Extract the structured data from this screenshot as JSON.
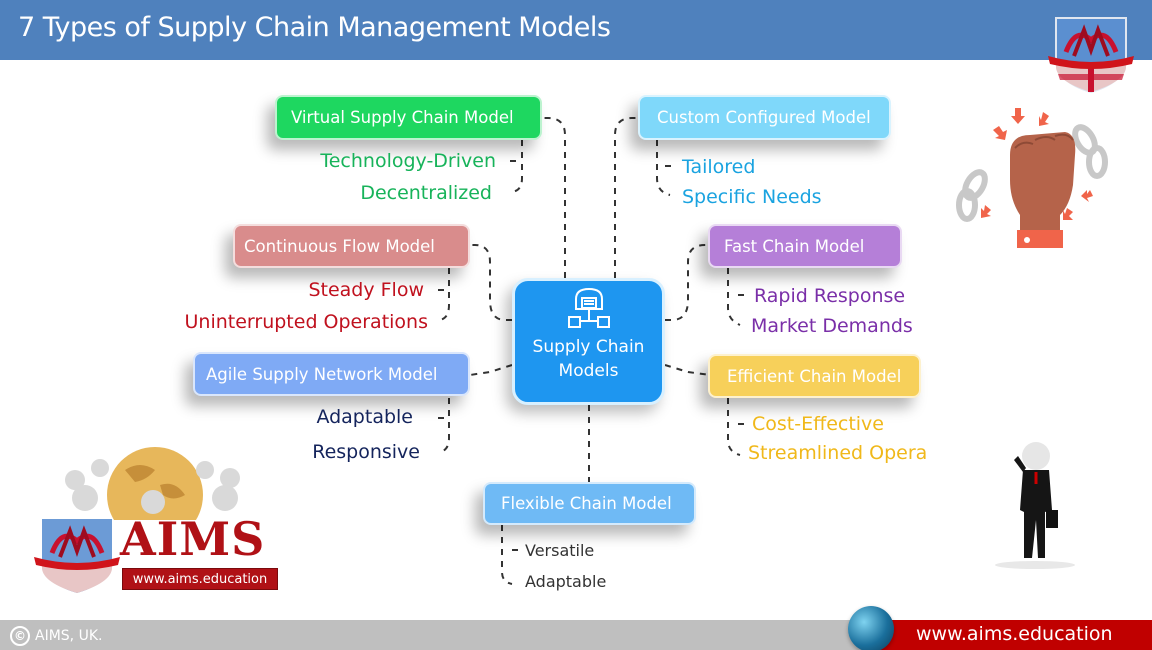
{
  "header": {
    "title": "7 Types of Supply Chain Management Models"
  },
  "center": {
    "label_line1": "Supply Chain",
    "label_line2": "Models",
    "icon": "warehouse-network-icon"
  },
  "models": [
    {
      "id": "virtual",
      "label": "Virtual Supply Chain Model",
      "color": "#1ed760",
      "text_color": "#17b35a",
      "points": [
        "Technology-Driven",
        "Decentralized"
      ]
    },
    {
      "id": "custom",
      "label": "Custom Configured Model",
      "color": "#7fd8fa",
      "text_color": "#1aa3e0",
      "points": [
        "Tailored",
        "Specific Needs"
      ]
    },
    {
      "id": "continuous",
      "label": "Continuous Flow Model",
      "color": "#d98c8c",
      "text_color": "#c0111e",
      "points": [
        "Steady Flow",
        "Uninterrupted Operations"
      ]
    },
    {
      "id": "fast",
      "label": "Fast Chain Model",
      "color": "#b57fd8",
      "text_color": "#7a2fa8",
      "points": [
        "Rapid Response",
        "Market Demands"
      ]
    },
    {
      "id": "agile",
      "label": "Agile Supply Network Model",
      "color": "#7faaf5",
      "text_color": "#14245c",
      "points": [
        "Adaptable",
        "Responsive"
      ]
    },
    {
      "id": "efficient",
      "label": "Efficient Chain Model",
      "color": "#f7d05a",
      "text_color": "#f0b81a",
      "points": [
        "Cost-Effective",
        "Streamlined Opera"
      ]
    },
    {
      "id": "flexible",
      "label": "Flexible Chain Model",
      "color": "#6fbaf5",
      "text_color": "#333333",
      "points": [
        "Versatile",
        "Adaptable"
      ]
    }
  ],
  "logo": {
    "brand": "AIMS",
    "url": "www.aims.education"
  },
  "footer": {
    "copyright": "AIMS, UK.",
    "copyright_icon": "©",
    "url": "www.aims.education"
  },
  "colors": {
    "header_bg": "#4f81bd",
    "footer_bg": "#bfbfbf",
    "footer_url_bg": "#c00000",
    "center_bg": "#1e96f0",
    "brand_red": "#b01116"
  }
}
